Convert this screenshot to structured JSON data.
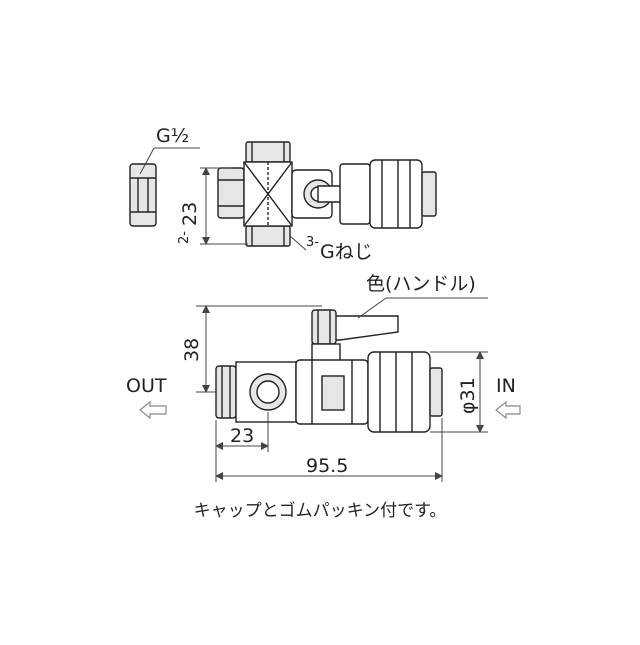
{
  "labels": {
    "thread_g": "G½",
    "dim_top_prefix": "2-",
    "dim_top_value": "23",
    "thread_3_prefix": "3-",
    "thread_3_text": "Gねじ",
    "handle_color": "色(ハンドル)",
    "dim_38": "38",
    "out": "OUT",
    "in": "IN",
    "dim_phi31": "φ31",
    "dim_23": "23",
    "dim_95_5": "95.5",
    "caption": "キャップとゴムパッキン付です。"
  },
  "colors": {
    "line": "#222222",
    "shade": "#d9d9d9",
    "dim": "#444444",
    "arrow": "#888888"
  }
}
